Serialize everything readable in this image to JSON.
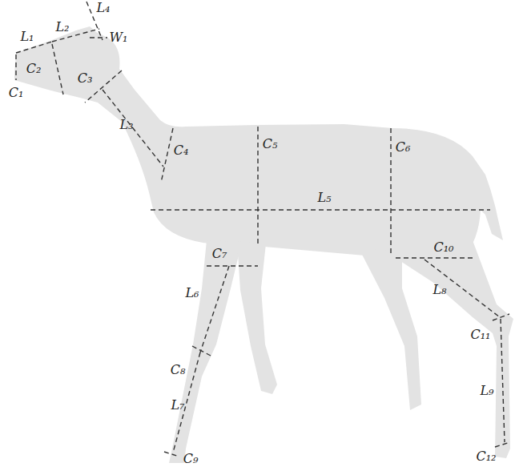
{
  "diagram": {
    "labels": [
      "L₄",
      "L₂",
      "W₁",
      "L₁",
      "C₂",
      "C₁",
      "C₃",
      "L₃",
      "C₄",
      "C₅",
      "C₆",
      "L₅",
      "C₇",
      "C₁₀",
      "L₆",
      "L₈",
      "C₈",
      "C₁₁",
      "L₇",
      "L₉",
      "C₉",
      "C₁₂"
    ]
  }
}
